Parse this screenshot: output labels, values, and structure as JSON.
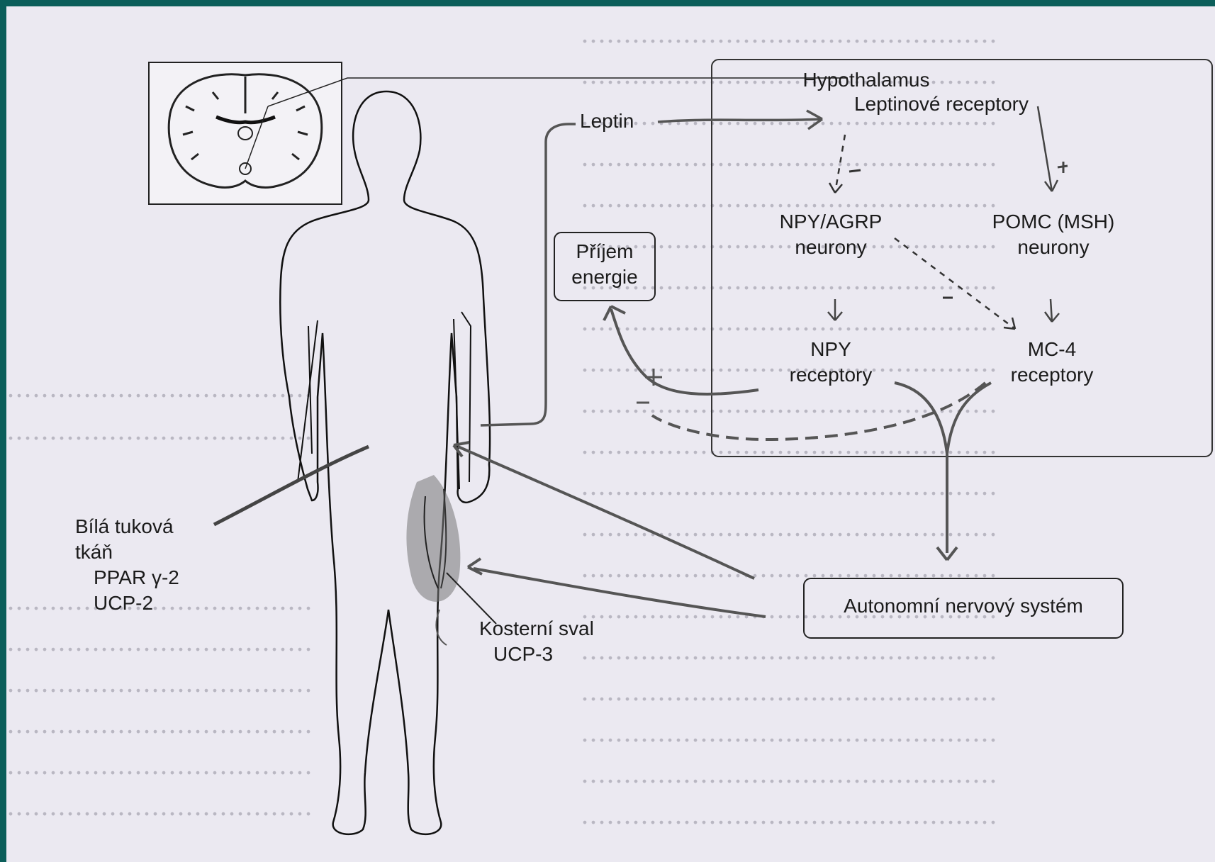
{
  "diagram": {
    "hypothalamus": "Hypothalamus",
    "leptin_receptors": "Leptinové receptory",
    "leptin": "Leptin",
    "npy_agrp": "NPY/AGRP",
    "npy_agrp_sub": "neurony",
    "pomc": "POMC (MSH)",
    "pomc_sub": "neurony",
    "npy_rec": "NPY",
    "npy_rec_sub": "receptory",
    "mc4": "MC-4",
    "mc4_sub": "receptory",
    "energy_intake_1": "Příjem",
    "energy_intake_2": "energie",
    "ans": "Autonomní nervový systém",
    "fat_1": "Bílá tuková",
    "fat_2": "tkáň",
    "fat_3": "PPAR γ-2",
    "fat_4": "UCP-2",
    "muscle_1": "Kosterní sval",
    "muscle_2": "UCP-3",
    "sign_plus": "+",
    "sign_minus": "–"
  }
}
